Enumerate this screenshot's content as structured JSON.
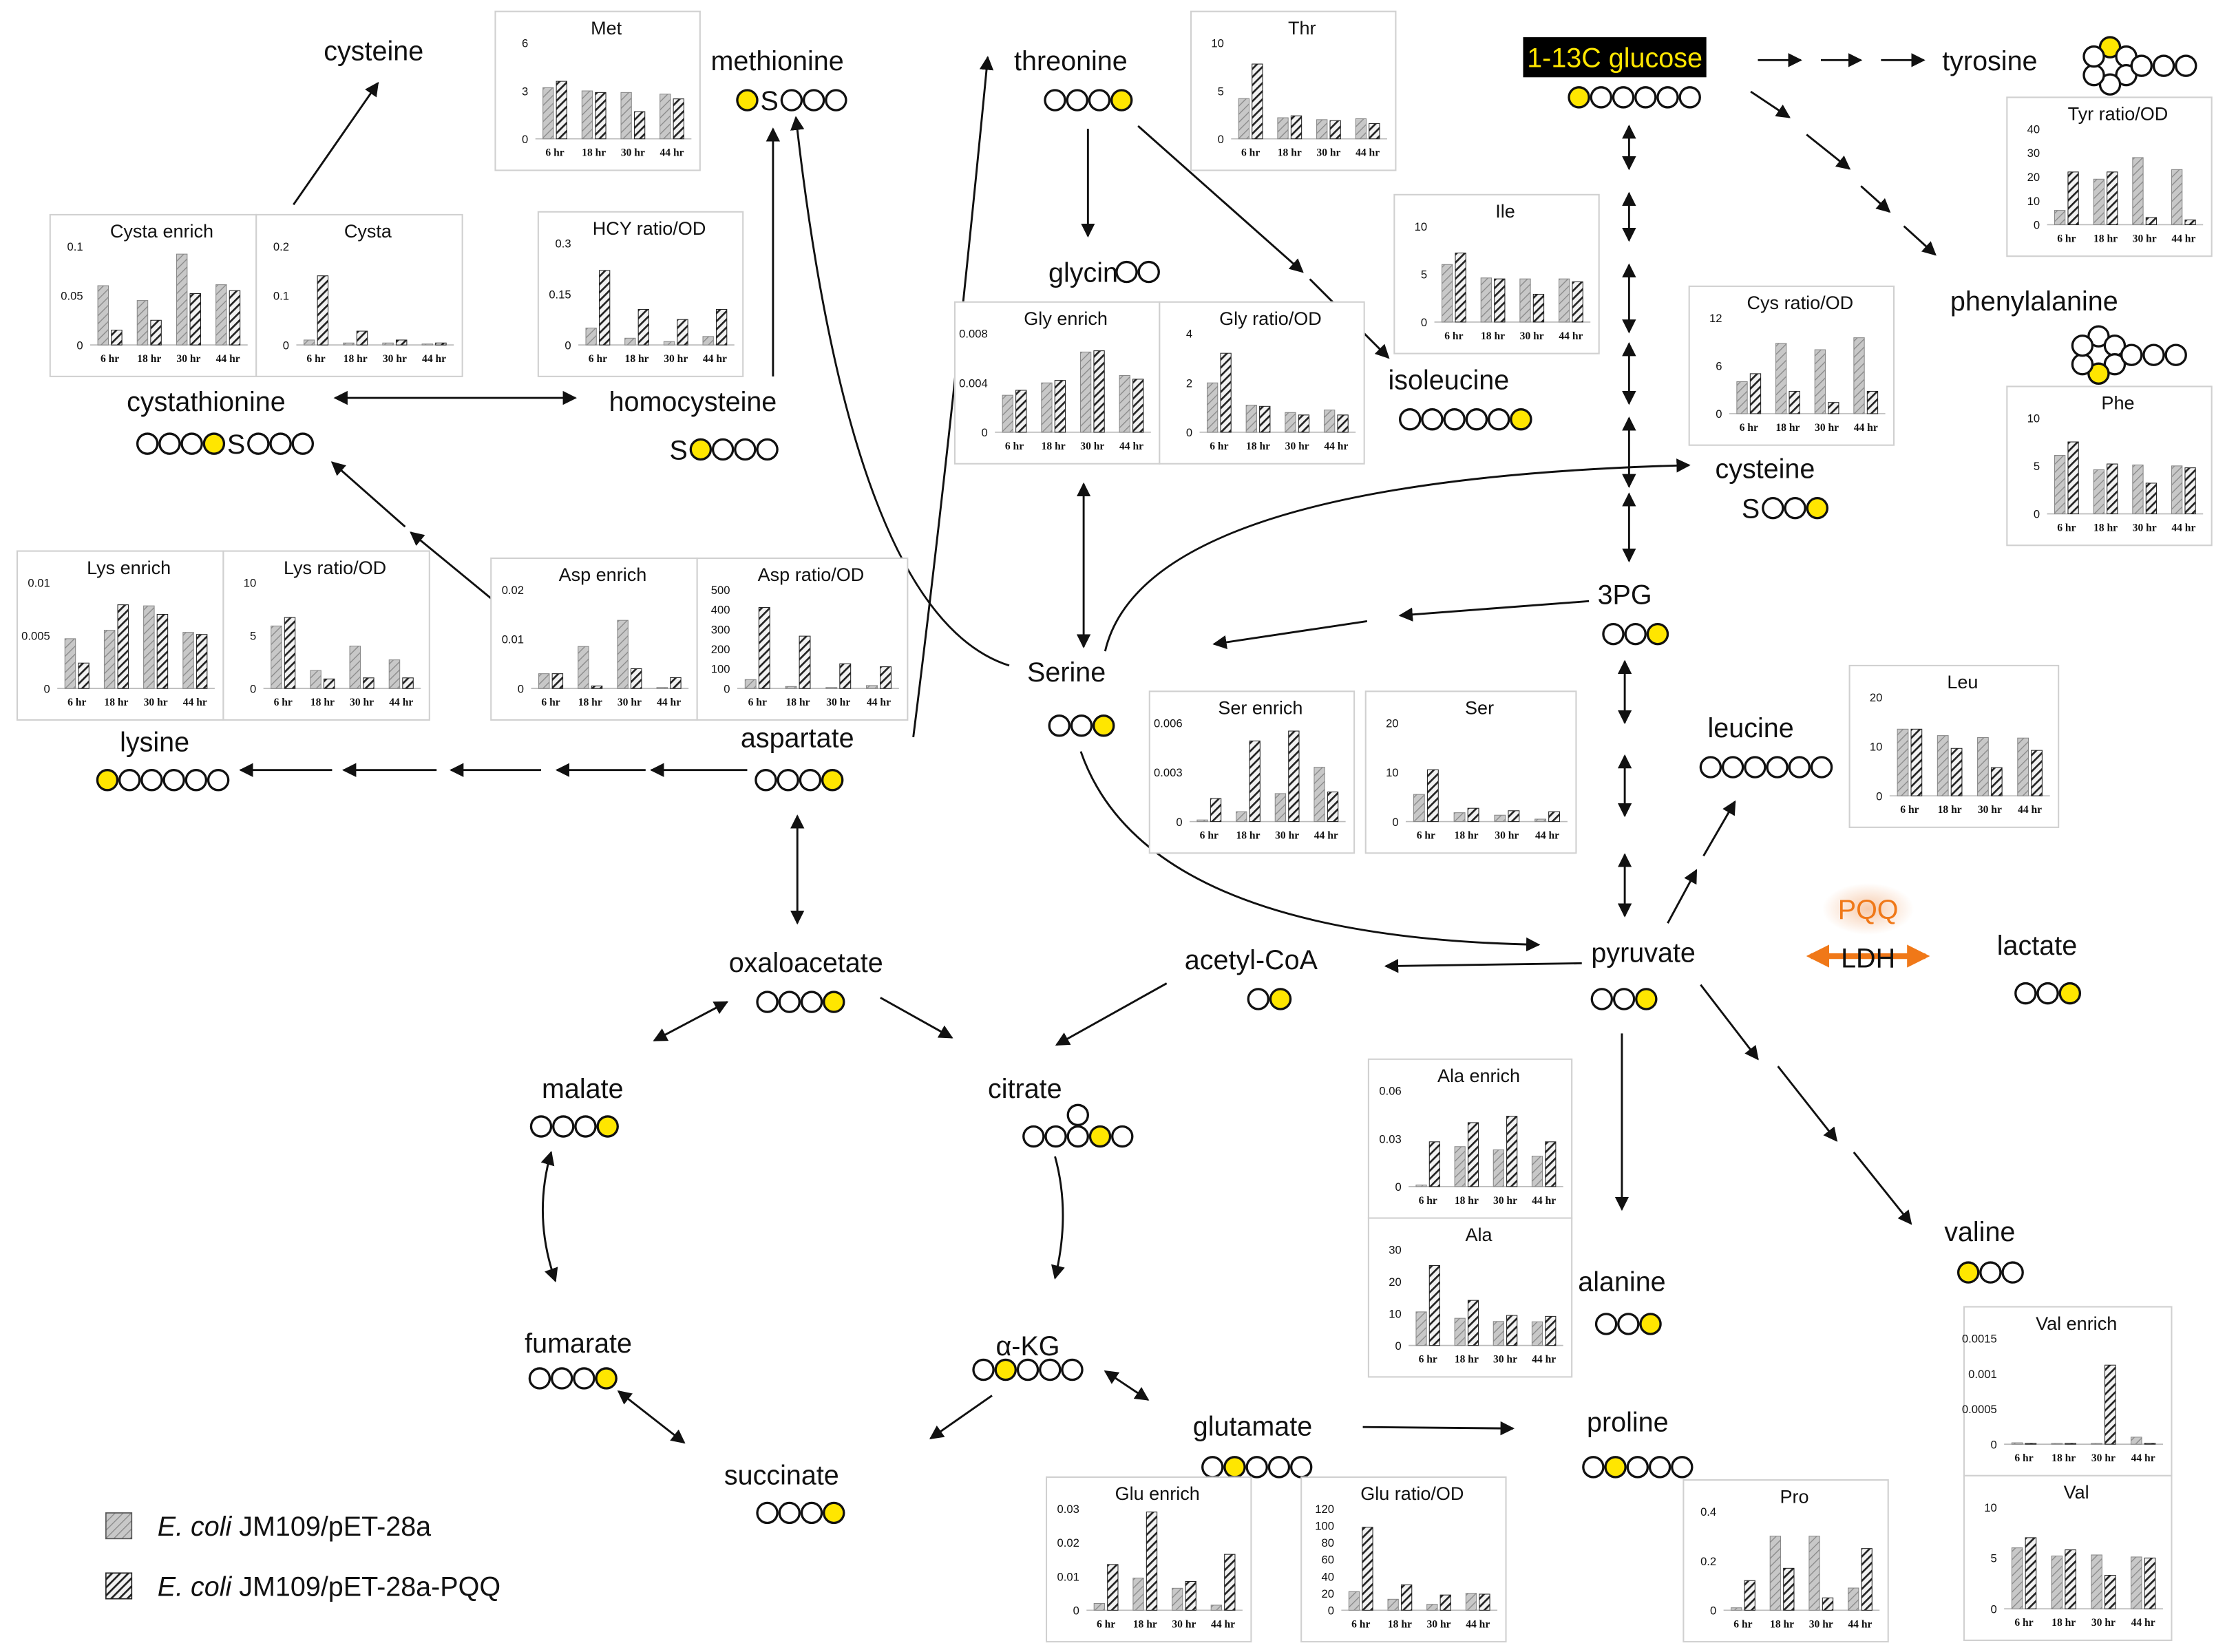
{
  "nodes": {
    "cysteine_top": "cysteine",
    "methionine": "methionine",
    "threonine": "threonine",
    "glucose": "1-13C glucose",
    "tyrosine": "tyrosine",
    "glycine": "glycine",
    "isoleucine": "isoleucine",
    "phenylalanine": "phenylalanine",
    "cystathionine": "cystathionine",
    "homocysteine": "homocysteine",
    "cysteine_mid": "cysteine",
    "threePG": "3PG",
    "serine": "Serine",
    "lysine": "lysine",
    "aspartate": "aspartate",
    "leucine": "leucine",
    "pyruvate": "pyruvate",
    "lactate": "lactate",
    "acetylcoa": "acetyl-CoA",
    "oxaloacetate": "oxaloacetate",
    "malate": "malate",
    "citrate": "citrate",
    "valine": "valine",
    "alanine": "alanine",
    "fumarate": "fumarate",
    "akg": "α-KG",
    "glutamate": "glutamate",
    "proline": "proline",
    "succinate": "succinate",
    "pqq": "PQQ",
    "ldh": "LDH"
  },
  "legend": [
    {
      "italic": "E. coli",
      "text": " JM109/pET-28a",
      "pattern": "light"
    },
    {
      "italic": "E. coli",
      "text": " JM109/pET-28a-PQQ",
      "pattern": "dark"
    }
  ],
  "colors": {
    "labeled_carbon": "#ffe600",
    "ldh_arrow": "#f07818",
    "pqq_glow": "#f6c8a8",
    "pqq_text": "#f07818",
    "glucose_bg": "#000000",
    "glucose_text": "#ffe600"
  },
  "chart_data": [
    {
      "type": "bar",
      "title": "Met",
      "categories": [
        "6 hr",
        "18 hr",
        "30 hr",
        "44 hr"
      ],
      "ylim": [
        0,
        6
      ],
      "yticks": [
        "0",
        "3",
        "6"
      ],
      "series": [
        {
          "values": [
            3.2,
            3.0,
            2.9,
            2.8
          ]
        },
        {
          "values": [
            3.6,
            2.9,
            1.7,
            2.5
          ]
        }
      ]
    },
    {
      "type": "bar",
      "title": "Thr",
      "categories": [
        "6 hr",
        "18 hr",
        "30 hr",
        "44 hr"
      ],
      "ylim": [
        0,
        10
      ],
      "yticks": [
        "0",
        "5",
        "10"
      ],
      "series": [
        {
          "values": [
            4.2,
            2.2,
            2.0,
            2.1
          ]
        },
        {
          "values": [
            7.8,
            2.4,
            1.9,
            1.6
          ]
        }
      ]
    },
    {
      "type": "bar",
      "title": "Tyr ratio/OD",
      "categories": [
        "6 hr",
        "18 hr",
        "30 hr",
        "44 hr"
      ],
      "ylim": [
        0,
        40
      ],
      "yticks": [
        "0",
        "10",
        "20",
        "30",
        "40"
      ],
      "series": [
        {
          "values": [
            6,
            19,
            28,
            23
          ]
        },
        {
          "values": [
            22,
            22,
            3,
            2
          ]
        }
      ]
    },
    {
      "type": "bar",
      "title": "Cysta enrich",
      "categories": [
        "6 hr",
        "18 hr",
        "30 hr",
        "44 hr"
      ],
      "ylim": [
        0,
        0.1
      ],
      "yticks": [
        "0",
        "0.05",
        "0.1"
      ],
      "series": [
        {
          "values": [
            0.06,
            0.045,
            0.092,
            0.061
          ]
        },
        {
          "values": [
            0.015,
            0.025,
            0.052,
            0.055
          ]
        }
      ]
    },
    {
      "type": "bar",
      "title": "Cysta",
      "categories": [
        "6 hr",
        "18 hr",
        "30 hr",
        "44 hr"
      ],
      "ylim": [
        0,
        0.2
      ],
      "yticks": [
        "0",
        "0.1",
        "0.2"
      ],
      "series": [
        {
          "values": [
            0.01,
            0.004,
            0.004,
            0.002
          ]
        },
        {
          "values": [
            0.14,
            0.028,
            0.01,
            0.004
          ]
        }
      ]
    },
    {
      "type": "bar",
      "title": "HCY ratio/OD",
      "categories": [
        "6 hr",
        "18 hr",
        "30 hr",
        "44 hr"
      ],
      "ylim": [
        0,
        0.3
      ],
      "yticks": [
        "0",
        "0.15",
        "0.3"
      ],
      "series": [
        {
          "values": [
            0.05,
            0.02,
            0.01,
            0.025
          ]
        },
        {
          "values": [
            0.22,
            0.105,
            0.075,
            0.105
          ]
        }
      ]
    },
    {
      "type": "bar",
      "title": "Ile",
      "categories": [
        "6 hr",
        "18 hr",
        "30 hr",
        "44 hr"
      ],
      "ylim": [
        0,
        10
      ],
      "yticks": [
        "0",
        "5",
        "10"
      ],
      "series": [
        {
          "values": [
            6.0,
            4.6,
            4.5,
            4.5
          ]
        },
        {
          "values": [
            7.2,
            4.5,
            2.9,
            4.2
          ]
        }
      ]
    },
    {
      "type": "bar",
      "title": "Cys ratio/OD",
      "categories": [
        "6 hr",
        "18 hr",
        "30 hr",
        "44 hr"
      ],
      "ylim": [
        0,
        12
      ],
      "yticks": [
        "0",
        "6",
        "12"
      ],
      "series": [
        {
          "values": [
            4.0,
            8.8,
            8.0,
            9.5
          ]
        },
        {
          "values": [
            5.0,
            2.8,
            1.4,
            2.8
          ]
        }
      ]
    },
    {
      "type": "bar",
      "title": "Gly enrich",
      "categories": [
        "6 hr",
        "18 hr",
        "30 hr",
        "44 hr"
      ],
      "ylim": [
        0,
        0.008
      ],
      "yticks": [
        "0",
        "0.004",
        "0.008"
      ],
      "series": [
        {
          "values": [
            0.003,
            0.004,
            0.0065,
            0.0046
          ]
        },
        {
          "values": [
            0.0034,
            0.0042,
            0.0066,
            0.0043
          ]
        }
      ]
    },
    {
      "type": "bar",
      "title": "Gly ratio/OD",
      "categories": [
        "6 hr",
        "18 hr",
        "30 hr",
        "44 hr"
      ],
      "ylim": [
        0,
        4
      ],
      "yticks": [
        "0",
        "2",
        "4"
      ],
      "series": [
        {
          "values": [
            2.0,
            1.1,
            0.8,
            0.9
          ]
        },
        {
          "values": [
            3.2,
            1.05,
            0.7,
            0.7
          ]
        }
      ]
    },
    {
      "type": "bar",
      "title": "Phe",
      "categories": [
        "6 hr",
        "18 hr",
        "30 hr",
        "44 hr"
      ],
      "ylim": [
        0,
        10
      ],
      "yticks": [
        "0",
        "5",
        "10"
      ],
      "series": [
        {
          "values": [
            6.1,
            4.6,
            5.1,
            5.0
          ]
        },
        {
          "values": [
            7.5,
            5.2,
            3.2,
            4.8
          ]
        }
      ]
    },
    {
      "type": "bar",
      "title": "Lys enrich",
      "categories": [
        "6 hr",
        "18 hr",
        "30 hr",
        "44 hr"
      ],
      "ylim": [
        0,
        0.01
      ],
      "yticks": [
        "0",
        "0.005",
        "0.01"
      ],
      "series": [
        {
          "values": [
            0.0047,
            0.0055,
            0.0078,
            0.0053
          ]
        },
        {
          "values": [
            0.0024,
            0.0079,
            0.007,
            0.0051
          ]
        }
      ]
    },
    {
      "type": "bar",
      "title": "Lys ratio/OD",
      "categories": [
        "6 hr",
        "18 hr",
        "30 hr",
        "44 hr"
      ],
      "ylim": [
        0,
        10
      ],
      "yticks": [
        "0",
        "5",
        "10"
      ],
      "series": [
        {
          "values": [
            5.9,
            1.7,
            4.0,
            2.7
          ]
        },
        {
          "values": [
            6.7,
            0.9,
            1.0,
            1.0
          ]
        }
      ]
    },
    {
      "type": "bar",
      "title": "Asp enrich",
      "categories": [
        "6 hr",
        "18 hr",
        "30 hr",
        "44 hr"
      ],
      "ylim": [
        0,
        0.02
      ],
      "yticks": [
        "0",
        "0.01",
        "0.02"
      ],
      "series": [
        {
          "values": [
            0.003,
            0.0085,
            0.0138,
            0.0002
          ]
        },
        {
          "values": [
            0.003,
            0.0005,
            0.004,
            0.0022
          ]
        }
      ]
    },
    {
      "type": "bar",
      "title": "Asp ratio/OD",
      "categories": [
        "6 hr",
        "18 hr",
        "30 hr",
        "44 hr"
      ],
      "ylim": [
        0,
        500
      ],
      "yticks": [
        "0",
        "100",
        "200",
        "300",
        "400",
        "500"
      ],
      "series": [
        {
          "values": [
            45,
            10,
            5,
            15
          ]
        },
        {
          "values": [
            410,
            265,
            125,
            110
          ]
        }
      ]
    },
    {
      "type": "bar",
      "title": "Ser enrich",
      "categories": [
        "6 hr",
        "18 hr",
        "30 hr",
        "44 hr"
      ],
      "ylim": [
        0,
        0.006
      ],
      "yticks": [
        "0",
        "0.003",
        "0.006"
      ],
      "series": [
        {
          "values": [
            0.0001,
            0.0006,
            0.0017,
            0.0033
          ]
        },
        {
          "values": [
            0.0014,
            0.0049,
            0.0055,
            0.0018
          ]
        }
      ]
    },
    {
      "type": "bar",
      "title": "Ser",
      "categories": [
        "6 hr",
        "18 hr",
        "30 hr",
        "44 hr"
      ],
      "ylim": [
        0,
        20
      ],
      "yticks": [
        "0",
        "10",
        "20"
      ],
      "series": [
        {
          "values": [
            5.5,
            1.8,
            1.3,
            0.5
          ]
        },
        {
          "values": [
            10.5,
            2.7,
            2.2,
            2.0
          ]
        }
      ]
    },
    {
      "type": "bar",
      "title": "Leu",
      "categories": [
        "6 hr",
        "18 hr",
        "30 hr",
        "44 hr"
      ],
      "ylim": [
        0,
        20
      ],
      "yticks": [
        "0",
        "10",
        "20"
      ],
      "series": [
        {
          "values": [
            13.5,
            12.2,
            11.8,
            11.7
          ]
        },
        {
          "values": [
            13.5,
            9.6,
            5.7,
            9.2
          ]
        }
      ]
    },
    {
      "type": "bar",
      "title": "Ala enrich",
      "categories": [
        "6 hr",
        "18 hr",
        "30 hr",
        "44 hr"
      ],
      "ylim": [
        0,
        0.06
      ],
      "yticks": [
        "0",
        "0.03",
        "0.06"
      ],
      "series": [
        {
          "values": [
            0.001,
            0.025,
            0.023,
            0.019
          ]
        },
        {
          "values": [
            0.028,
            0.04,
            0.044,
            0.028
          ]
        }
      ]
    },
    {
      "type": "bar",
      "title": "Ala",
      "categories": [
        "6 hr",
        "18 hr",
        "30 hr",
        "44 hr"
      ],
      "ylim": [
        0,
        30
      ],
      "yticks": [
        "0",
        "10",
        "20",
        "30"
      ],
      "series": [
        {
          "values": [
            10.5,
            8.5,
            7.5,
            7.4
          ]
        },
        {
          "values": [
            25,
            14.1,
            9.4,
            9.1
          ]
        }
      ]
    },
    {
      "type": "bar",
      "title": "Val enrich",
      "categories": [
        "6 hr",
        "18 hr",
        "30 hr",
        "44 hr"
      ],
      "ylim": [
        0,
        0.0015
      ],
      "yticks": [
        "0",
        "0.0005",
        "0.001",
        "0.0015"
      ],
      "series": [
        {
          "values": [
            2e-05,
            0.0,
            0.0,
            0.0001
          ]
        },
        {
          "values": [
            0.0,
            0.0,
            0.00112,
            0.0
          ]
        }
      ]
    },
    {
      "type": "bar",
      "title": "Val",
      "categories": [
        "6 hr",
        "18 hr",
        "30 hr",
        "44 hr"
      ],
      "ylim": [
        0,
        10
      ],
      "yticks": [
        "0",
        "5",
        "10"
      ],
      "series": [
        {
          "values": [
            6.0,
            5.2,
            5.3,
            5.1
          ]
        },
        {
          "values": [
            7.0,
            5.8,
            3.3,
            5.0
          ]
        }
      ]
    },
    {
      "type": "bar",
      "title": "Glu enrich",
      "categories": [
        "6 hr",
        "18 hr",
        "30 hr",
        "44 hr"
      ],
      "ylim": [
        0,
        0.03
      ],
      "yticks": [
        "0",
        "0.01",
        "0.02",
        "0.03"
      ],
      "series": [
        {
          "values": [
            0.002,
            0.0095,
            0.0065,
            0.0015
          ]
        },
        {
          "values": [
            0.0135,
            0.029,
            0.0085,
            0.0165
          ]
        }
      ]
    },
    {
      "type": "bar",
      "title": "Glu ratio/OD",
      "categories": [
        "6 hr",
        "18 hr",
        "30 hr",
        "44 hr"
      ],
      "ylim": [
        0,
        120
      ],
      "yticks": [
        "0",
        "20",
        "40",
        "60",
        "80",
        "100",
        "120"
      ],
      "series": [
        {
          "values": [
            22,
            13,
            7,
            20
          ]
        },
        {
          "values": [
            98,
            30,
            18,
            19
          ]
        }
      ]
    },
    {
      "type": "bar",
      "title": "Pro",
      "categories": [
        "6 hr",
        "18 hr",
        "30 hr",
        "44 hr"
      ],
      "ylim": [
        0,
        0.4
      ],
      "yticks": [
        "0",
        "0.2",
        "0.4"
      ],
      "series": [
        {
          "values": [
            0.01,
            0.3,
            0.3,
            0.09
          ]
        },
        {
          "values": [
            0.12,
            0.17,
            0.05,
            0.25
          ]
        }
      ]
    }
  ]
}
